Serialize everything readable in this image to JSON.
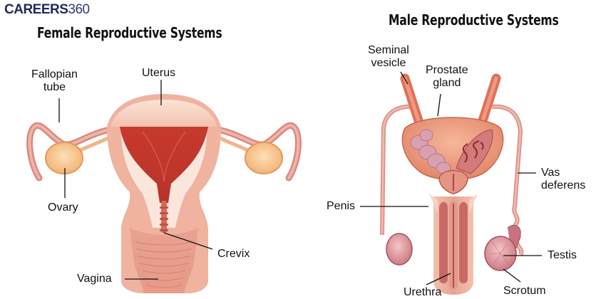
{
  "logo": {
    "brand": "CAREERS",
    "number": "360"
  },
  "female": {
    "title": "Female Reproductive Systems",
    "labels": {
      "fallopian_tube_1": "Fallopian",
      "fallopian_tube_2": "tube",
      "uterus": "Uterus",
      "ovary": "Ovary",
      "cervix": "Crevix",
      "vagina": "Vagina"
    }
  },
  "male": {
    "title": "Male Reproductive Systems",
    "labels": {
      "seminal_vesicle_1": "Seminal",
      "seminal_vesicle_2": "vesicle",
      "prostate_gland_1": "Prostate",
      "prostate_gland_2": "gland",
      "vas_deferens_1": "Vas",
      "vas_deferens_2": "deferens",
      "penis": "Penis",
      "testis": "Testis",
      "urethra": "Urethra",
      "scrotum": "Scrotum"
    }
  },
  "colors": {
    "logo": "#1f2a5c",
    "tissue_light": "#f6d3c4",
    "tissue_mid": "#e9a08d",
    "tissue_dark": "#c0392b",
    "ovary": "#f5c48a",
    "leader_line": "#111111"
  }
}
